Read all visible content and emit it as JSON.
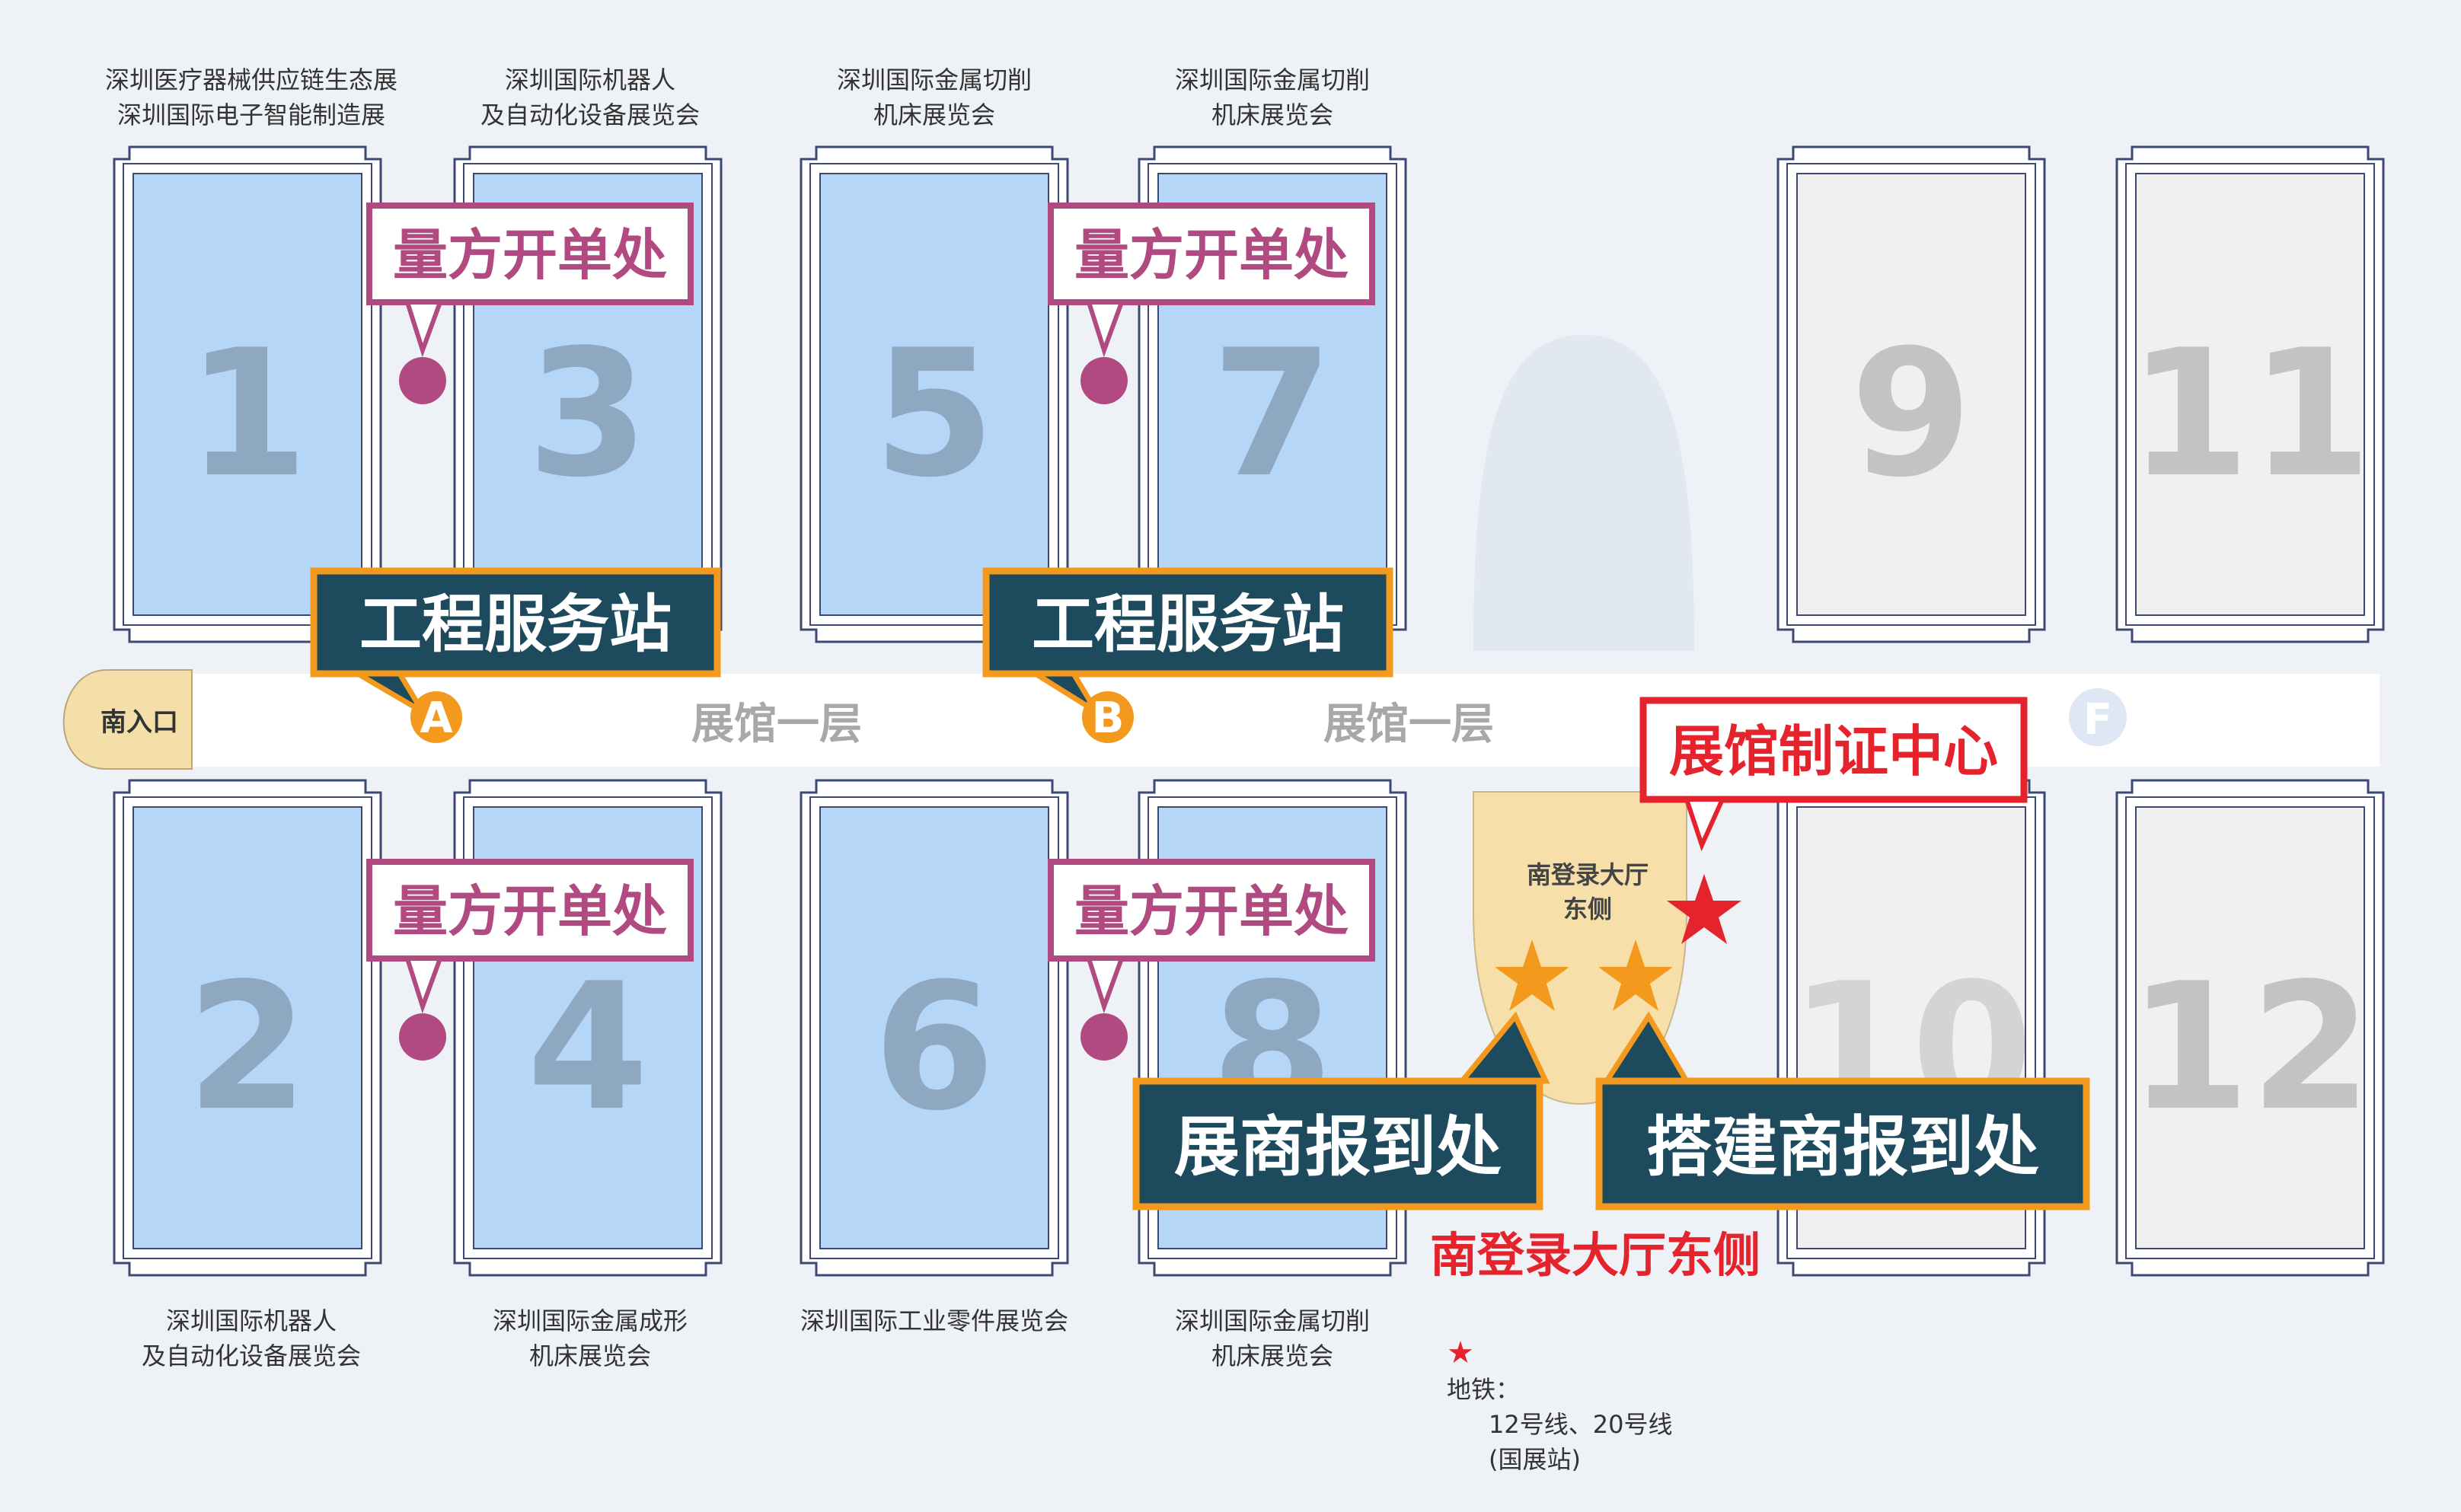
{
  "entrance": {
    "label": "南入口"
  },
  "corridor": {
    "labels": [
      "展馆一层",
      "展馆一层"
    ]
  },
  "halls": [
    {
      "number": "1",
      "label": "深圳医疗器械供应链生态展\n深圳国际电子智能制造展"
    },
    {
      "number": "3",
      "label": "深圳国际机器人\n及自动化设备展览会"
    },
    {
      "number": "5",
      "label": "深圳国际金属切削\n机床展览会"
    },
    {
      "number": "7",
      "label": "深圳国际金属切削\n机床展览会"
    },
    {
      "number": "9",
      "label": ""
    },
    {
      "number": "11",
      "label": ""
    },
    {
      "number": "2",
      "label": "深圳国际机器人\n及自动化设备展览会"
    },
    {
      "number": "4",
      "label": "深圳国际金属成形\n机床展览会"
    },
    {
      "number": "6",
      "label": "深圳国际工业零件展览会"
    },
    {
      "number": "8",
      "label": "深圳国际金属切削\n机床展览会"
    },
    {
      "number": "10",
      "label": ""
    },
    {
      "number": "12",
      "label": ""
    }
  ],
  "pins": {
    "order_label": "量方开单处",
    "service_label": "工程服务站",
    "service_markers": [
      "A",
      "B"
    ],
    "gate_marker": "F"
  },
  "registration": {
    "certificate_center": "展馆制证中心",
    "lobby_label": "南登录大厅\n东侧",
    "exhibitor": "展商报到处",
    "builder": "搭建商报到处",
    "lobby_caption": "南登录大厅东侧"
  },
  "legend": {
    "metro_title": "地铁：",
    "metro_lines": "12号线、20号线\n(国展站)"
  },
  "colors": {
    "hall_fill_active": "#b6d6f7",
    "hall_fill_inactive": "#f0f0f0",
    "order_pin": "#b04a80",
    "service_box": "#1e4a5e",
    "service_border": "#f39a1e",
    "cert_red": "#e4232c",
    "lobby_fill": "#f7dfaa"
  }
}
